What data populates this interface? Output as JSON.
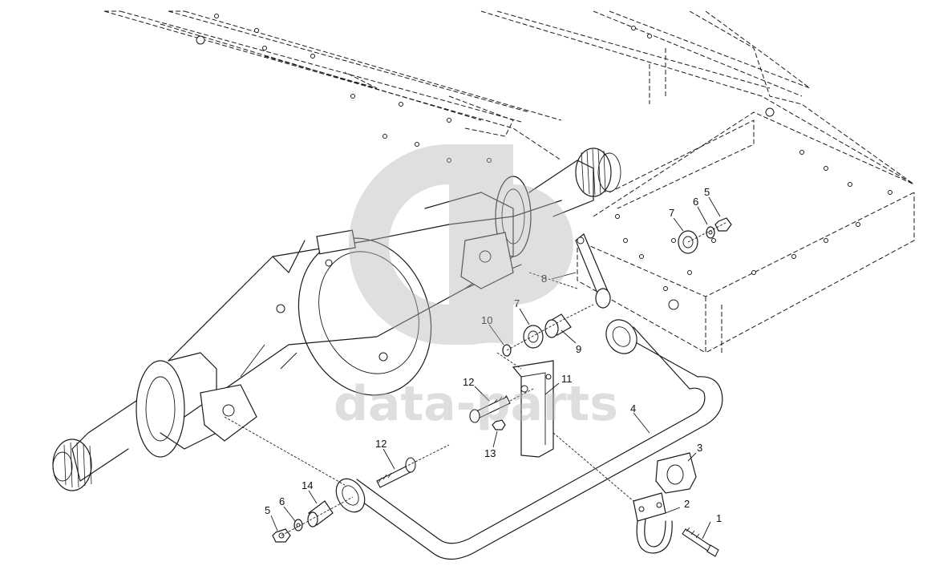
{
  "diagram": {
    "watermark": {
      "text": "data-parts",
      "logo_icon": "dp-logo-icon",
      "color": "#b3b3b3"
    },
    "callouts": {
      "c1": "1",
      "c2": "2",
      "c3": "3",
      "c4": "4",
      "c5a": "5",
      "c5b": "5",
      "c6a": "6",
      "c6b": "6",
      "c7a": "7",
      "c7b": "7",
      "c8": "8",
      "c9": "9",
      "c10": "10",
      "c11": "11",
      "c12a": "12",
      "c12b": "12",
      "c13": "13",
      "c14": "14"
    },
    "line_color": "#1a1a1a",
    "background": "#ffffff"
  }
}
